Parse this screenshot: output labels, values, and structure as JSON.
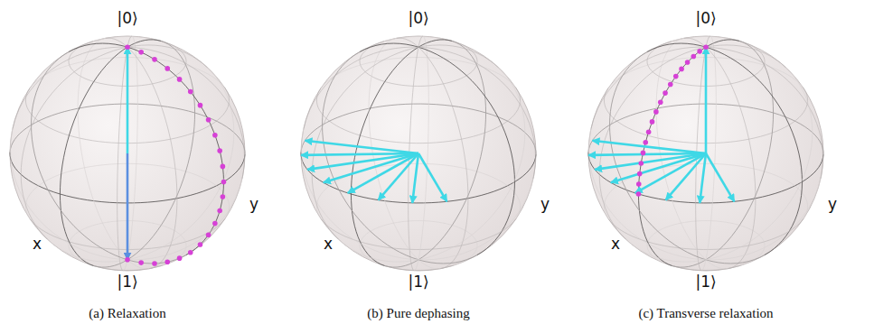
{
  "diagram": {
    "labels": [
      "|0⟩",
      "y",
      "x",
      "|1⟩",
      "(a) Relaxation",
      "|0⟩",
      "y",
      "x",
      "|1⟩",
      "(b) Pure dephasing",
      "|0⟩",
      "y",
      "x",
      "|1⟩",
      "(c) Transverse relaxation"
    ]
  }
}
